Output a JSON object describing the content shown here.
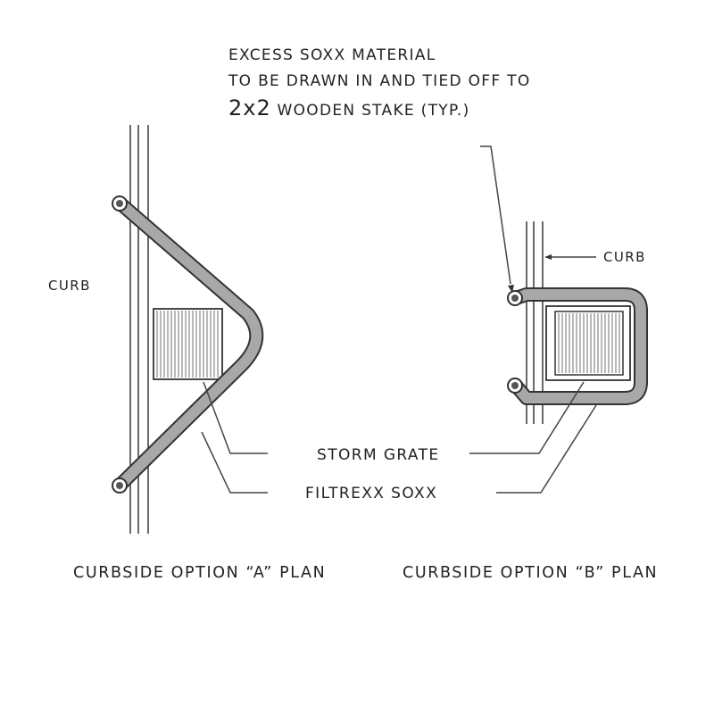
{
  "note": {
    "line1": "EXCESS SOXX MATERIAL",
    "line2": "TO BE DRAWN IN AND TIED OFF TO",
    "line3_size": "2x2",
    "line3_rest": "WOODEN STAKE (TYP.)"
  },
  "labels": {
    "curb_a": "CURB",
    "curb_b": "CURB",
    "storm_grate": "STORM GRATE",
    "filtrexx_soxx": "FILTREXX SOXX"
  },
  "captions": {
    "option_a": "CURBSIDE OPTION “A” PLAN",
    "option_b": "CURBSIDE OPTION “B” PLAN"
  },
  "colors": {
    "ink": "#222222",
    "soxx_fill": "#a8a8a8",
    "grate_bar": "#999999"
  }
}
